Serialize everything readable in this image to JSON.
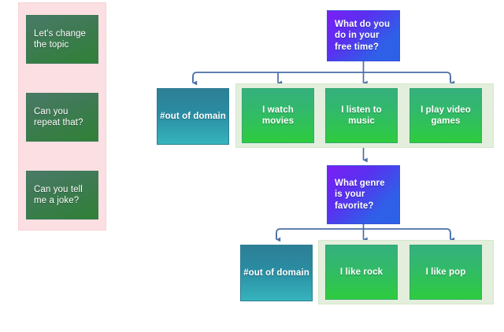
{
  "diagram": {
    "type": "conversation-flow",
    "title": "",
    "colors": {
      "suggestion_panel_bg": "#fbdfe2",
      "suggestion_chip": "#2f8136",
      "prompt_node": "#5b2ff0",
      "out_of_domain_node": "#2a8ca2",
      "answer_node": "#2ecc3f",
      "group_container": "#e3efdc",
      "connector": "#4a6fa5"
    }
  },
  "suggestion_panel": {
    "name": "suggestion-chips",
    "chips": [
      {
        "label": "Let's change the topic"
      },
      {
        "label": "Can you repeat that?"
      },
      {
        "label": "Can you tell me a joke?"
      }
    ]
  },
  "flow": {
    "levels": [
      {
        "prompt": {
          "label": "What do you do in your free time?"
        },
        "out_of_domain": {
          "label": "#out of domain"
        },
        "answers": [
          {
            "label": "I watch movies"
          },
          {
            "label": "I listen to music"
          },
          {
            "label": "I play video games"
          }
        ]
      },
      {
        "prompt": {
          "label": "What genre is your favorite?"
        },
        "out_of_domain": {
          "label": "#out of domain"
        },
        "answers": [
          {
            "label": "I like rock"
          },
          {
            "label": "I like pop"
          }
        ]
      }
    ]
  }
}
